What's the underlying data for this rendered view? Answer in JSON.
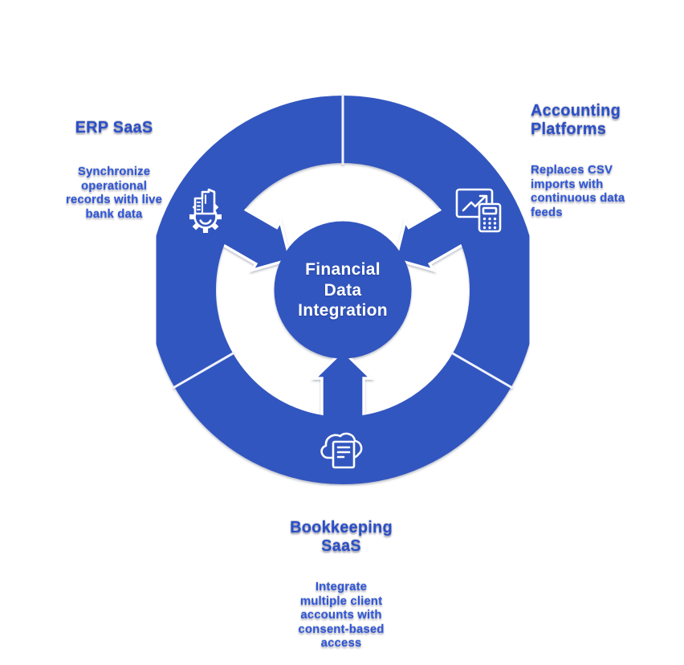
{
  "diagram": {
    "title": "Financial\nData\nIntegration",
    "colors": {
      "primary_blue": "#3156BF",
      "heading_text": "#2A4FC9",
      "body_text": "#2F57D8",
      "center_text": "#FFFFFF",
      "divider": "#EFF2FA"
    },
    "nodes": [
      {
        "id": "erp-saas",
        "heading": "ERP SaaS",
        "body": "Synchronize\noperational\nrecords with live\nbank data",
        "icon": "factory-gear-icon"
      },
      {
        "id": "accounting-platforms",
        "heading": "Accounting\nPlatforms",
        "body": "Replaces CSV\nimports with\ncontinuous data\nfeeds",
        "icon": "chart-calculator-icon"
      },
      {
        "id": "bookkeeping-saas",
        "heading": "Bookkeeping\nSaaS",
        "body": "Integrate\nmultiple client\naccounts with\nconsent-based\naccess",
        "icon": "cloud-document-icon"
      }
    ]
  }
}
